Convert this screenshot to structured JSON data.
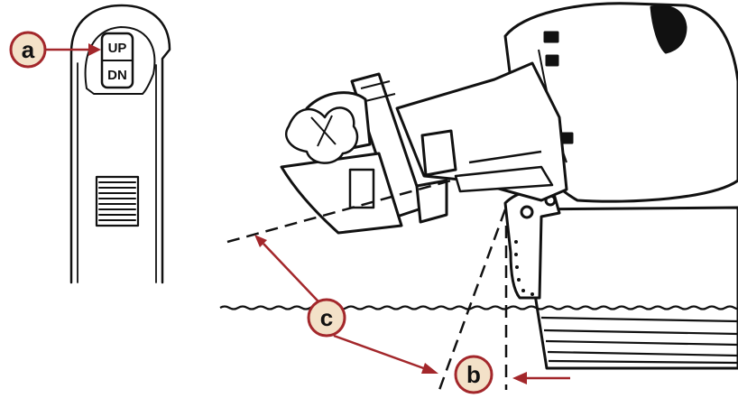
{
  "callouts": {
    "a": "a",
    "b": "b",
    "c": "c"
  },
  "switch": {
    "up_label": "UP",
    "down_label": "DN"
  },
  "colors": {
    "callout_accent": "#a3272b",
    "callout_fill": "#f3e1c8",
    "ink": "#111111"
  }
}
